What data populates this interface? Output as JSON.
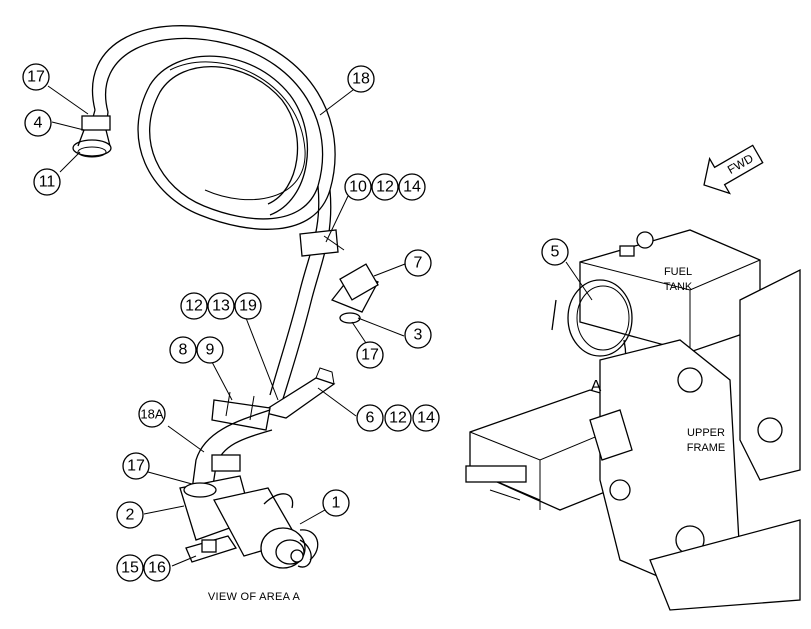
{
  "drawing": {
    "caption": "VIEW OF AREA A",
    "area_marker": "A",
    "fwd_arrow_label": "FWD",
    "fuel_tank_label": [
      "FUEL",
      "TANK"
    ],
    "upper_frame_label": [
      "UPPER",
      "FRAME"
    ]
  },
  "callouts": {
    "c17_top": "17",
    "c4": "4",
    "c11": "11",
    "c18": "18",
    "c10": "10",
    "c12_a": "12",
    "c14_a": "14",
    "c7": "7",
    "c3": "3",
    "c17_mid": "17",
    "c12_b": "12",
    "c13": "13",
    "c19": "19",
    "c8": "8",
    "c9": "9",
    "c18a": "18A",
    "c6": "6",
    "c12_c": "12",
    "c14_c": "14",
    "c17_low": "17",
    "c2": "2",
    "c1": "1",
    "c15": "15",
    "c16": "16",
    "c5": "5"
  }
}
